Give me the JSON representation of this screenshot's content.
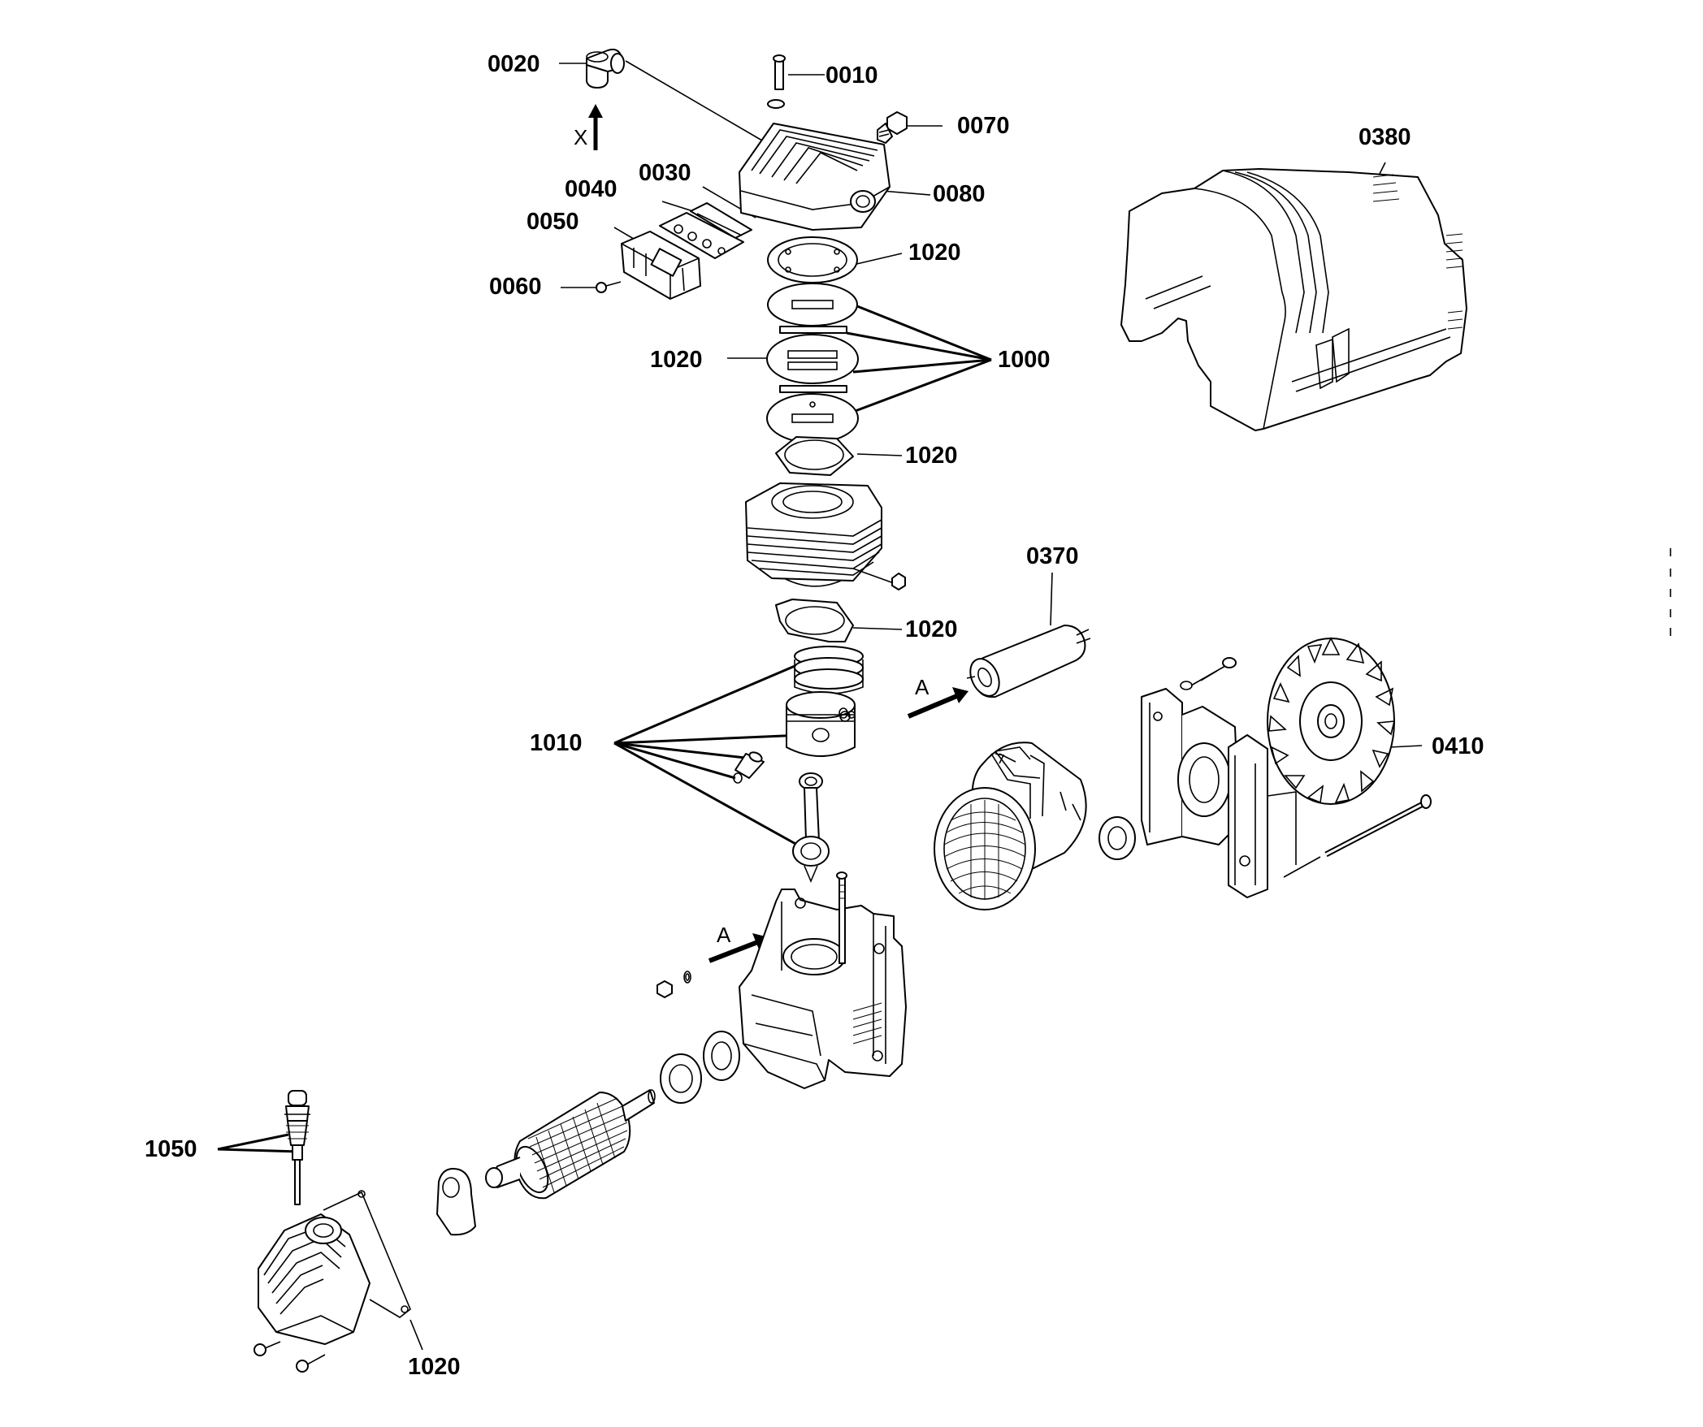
{
  "callouts": {
    "c0010": "0010",
    "c0020": "0020",
    "c0030": "0030",
    "c0040": "0040",
    "c0050": "0050",
    "c0060": "0060",
    "c0070": "0070",
    "c0080": "0080",
    "c0370": "0370",
    "c0380": "0380",
    "c0410": "0410",
    "c1000": "1000",
    "c1010": "1010",
    "c1020_top": "1020",
    "c1020_mid": "1020",
    "c1020_low": "1020",
    "c1020_cyl": "1020",
    "c1020_bottom": "1020",
    "c1050": "1050"
  },
  "direction_marks": {
    "x_arrow": "X",
    "a_arrow_upper": "A",
    "a_arrow_lower": "A"
  },
  "colors": {
    "ink": "#000000",
    "paper": "#ffffff"
  }
}
